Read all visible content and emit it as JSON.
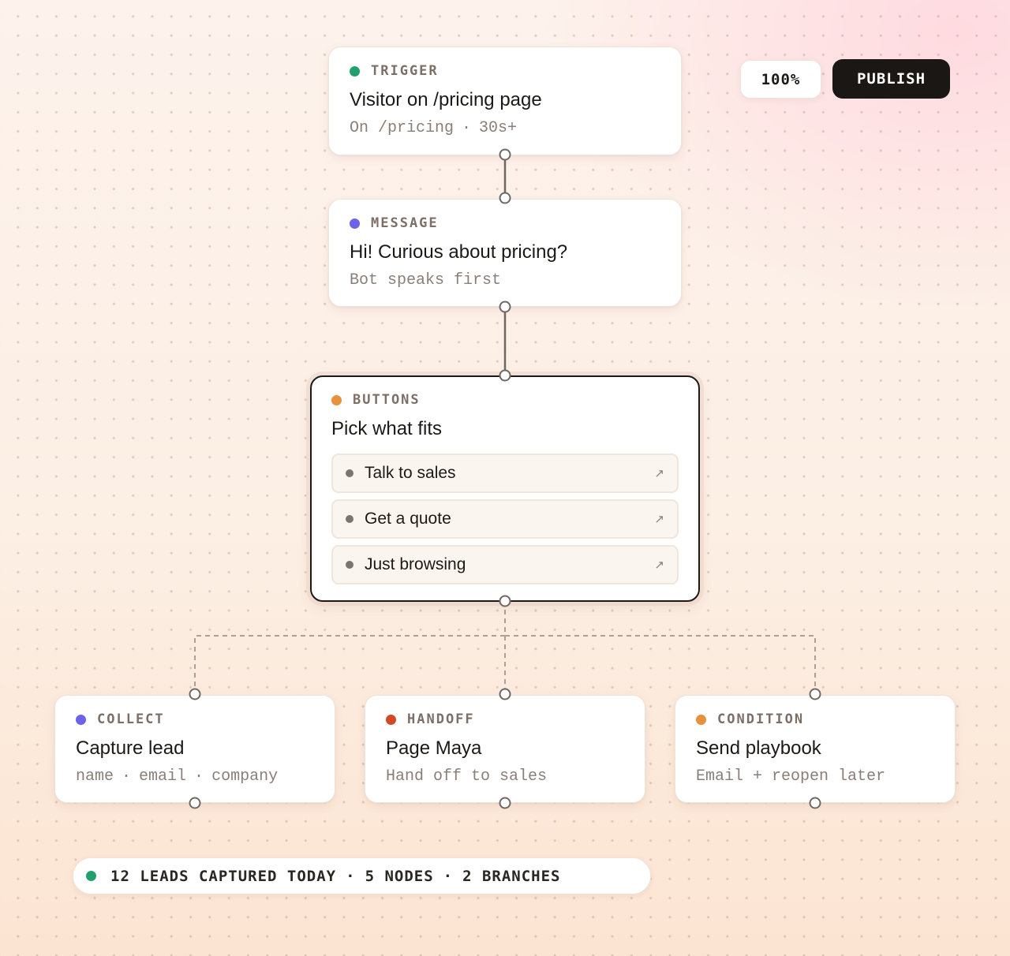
{
  "toolbar": {
    "zoom": "100%",
    "publish_label": "PUBLISH"
  },
  "colors": {
    "trigger": "#22a06b",
    "message": "#6c63e8",
    "buttons": "#e8913d",
    "collect": "#6c63e8",
    "handoff": "#d2492a",
    "condition": "#e8913d",
    "status": "#22a06b"
  },
  "nodes": {
    "trigger": {
      "kind": "TRIGGER",
      "title": "Visitor on /pricing page",
      "sub": [
        "On /pricing",
        "30s+"
      ]
    },
    "message": {
      "kind": "MESSAGE",
      "title": "Hi! Curious about pricing?",
      "sub": [
        "Bot speaks first"
      ]
    },
    "buttons": {
      "kind": "BUTTONS",
      "title": "Pick what fits",
      "options": [
        {
          "label": "Talk to sales",
          "icon": "arrow-up-right-icon"
        },
        {
          "label": "Get a quote",
          "icon": "arrow-up-right-icon"
        },
        {
          "label": "Just browsing",
          "icon": "arrow-up-right-icon"
        }
      ]
    },
    "collect": {
      "kind": "COLLECT",
      "title": "Capture lead",
      "sub": [
        "name",
        "email",
        "company"
      ]
    },
    "handoff": {
      "kind": "HANDOFF",
      "title": "Page Maya",
      "sub": [
        "Hand off to sales"
      ]
    },
    "condition": {
      "kind": "CONDITION",
      "title": "Send playbook",
      "sub": [
        "Email + reopen later"
      ]
    }
  },
  "status": {
    "parts": [
      "12 LEADS CAPTURED TODAY",
      "5 NODES",
      "2 BRANCHES"
    ],
    "separator": "·"
  },
  "sub_separator": "·"
}
